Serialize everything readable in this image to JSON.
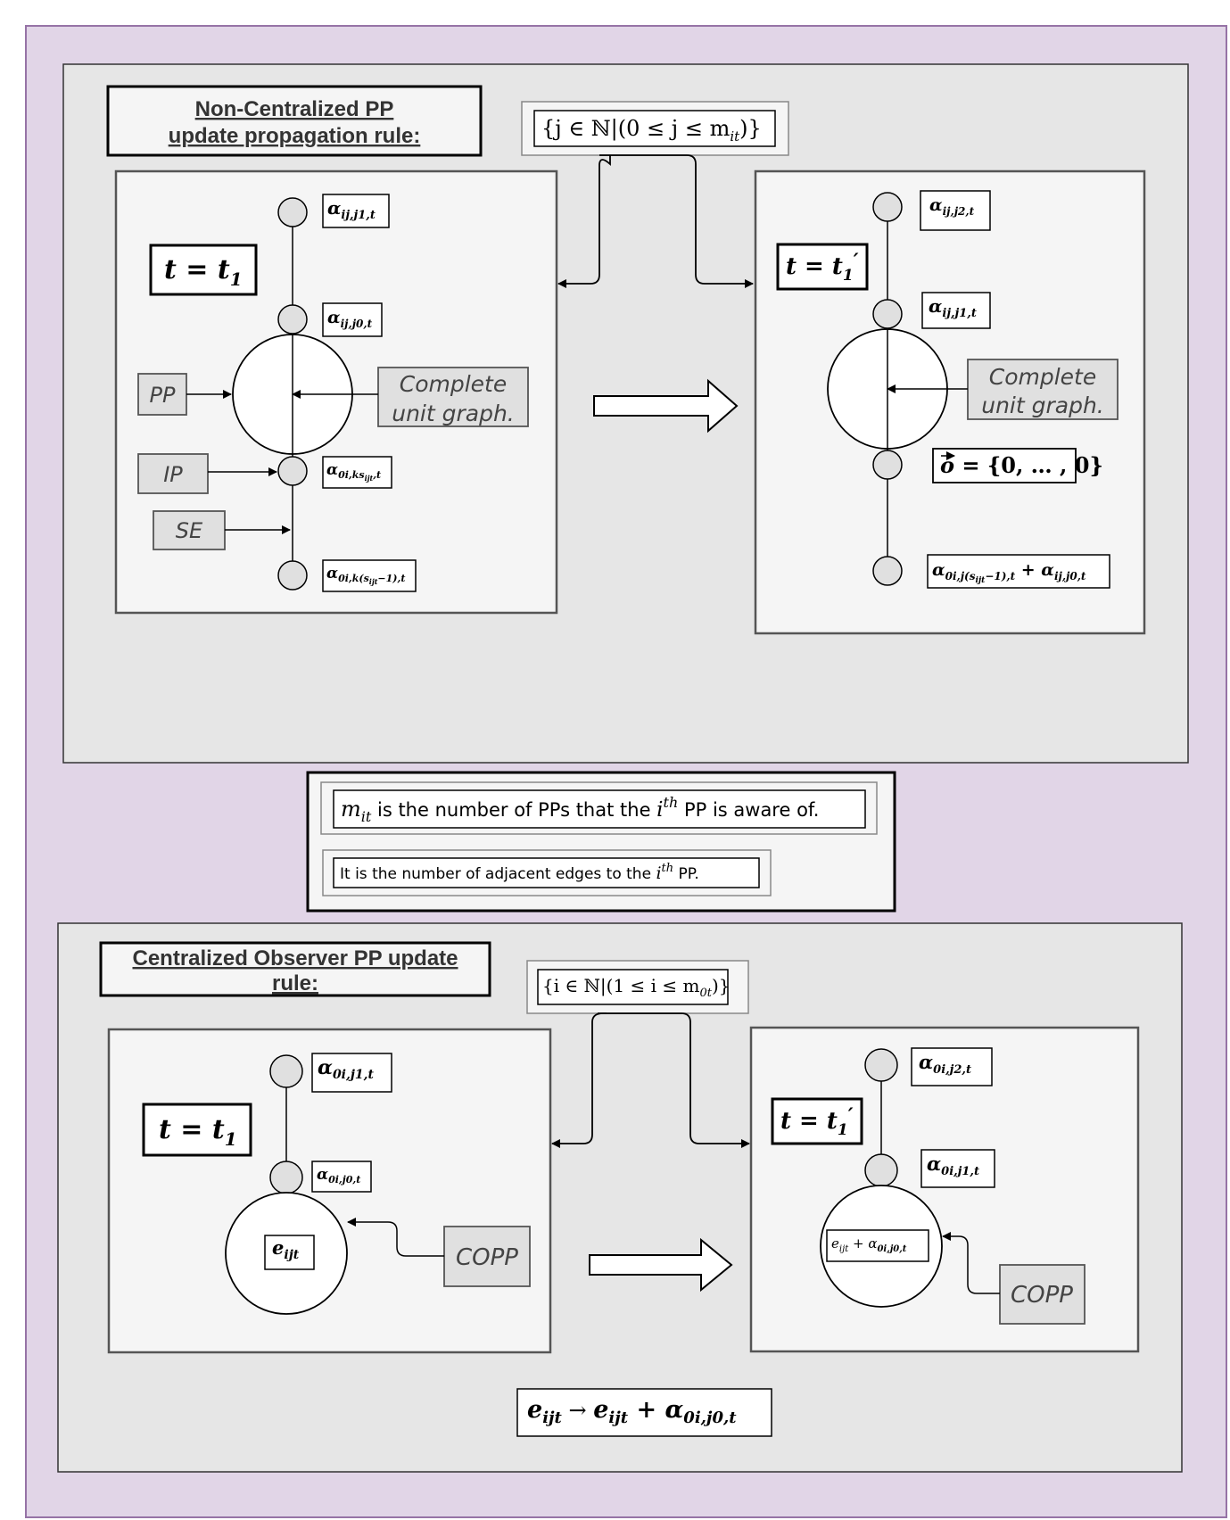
{
  "top": {
    "title_line1": "Non-Centralized PP",
    "title_line2": "update propagation rule:",
    "set_j": "{j ∈ ℕ|(0 ≤ j ≤ m",
    "set_j_sub": "it",
    "set_j_end": ")}",
    "left": {
      "time": "t = t",
      "time_sub": "1",
      "alpha_j1": "α",
      "alpha_j1_sub": "ij,j1,t",
      "alpha_j0": "α",
      "alpha_j0_sub": "ij,j0,t",
      "alpha_ks": "α",
      "alpha_ks_sub": "0i,ks",
      "alpha_ks_sub2": "ijt",
      "alpha_ks_sub3": ",t",
      "alpha_k": "α",
      "alpha_k_sub": "0i,k(s",
      "alpha_k_sub2": "ijt",
      "alpha_k_sub3": "−1),t",
      "pp": "PP",
      "ip": "IP",
      "se": "SE",
      "complete_line1": "Complete",
      "complete_line2": "unit graph."
    },
    "right": {
      "time": "t = t",
      "time_sub": "1",
      "time_prime": "′",
      "alpha_j2": "α",
      "alpha_j2_sub": "ij,j2,t",
      "alpha_j1": "α",
      "alpha_j1_sub": "ij,j1,t",
      "zero_vec": "o",
      "zero_vec_rest": " = {0, … , 0}",
      "alpha_sum": "α",
      "alpha_sum_sub": "0i,j(s",
      "alpha_sum_sub2": "ijt",
      "alpha_sum_sub3": "−1),t",
      "alpha_sum_plus": " + α",
      "alpha_sum_sub4": "ij,j0,t",
      "complete_line1": "Complete",
      "complete_line2": "unit graph."
    }
  },
  "notes": {
    "line1_m": "m",
    "line1_sub": "it",
    "line1_mid": " is the number of PPs that the ",
    "line1_i": "i",
    "line1_sup": "th",
    "line1_end": " PP is aware of.",
    "line2_start": "It is the number of adjacent edges to the ",
    "line2_i": "i",
    "line2_sup": "th",
    "line2_end": " PP."
  },
  "bottom": {
    "title_line1": "Centralized Observer PP update",
    "title_line2": "rule:",
    "set_i": "{i ∈ ℕ|(1 ≤ i ≤ m",
    "set_i_sub": "0t",
    "set_i_end": ")}",
    "left": {
      "time": "t = t",
      "time_sub": "1",
      "alpha_j1": "α",
      "alpha_j1_sub": "0i,j1,t",
      "alpha_j0": "α",
      "alpha_j0_sub": "0i,j0,t",
      "e": "e",
      "e_sub": "ijt",
      "copp": "COPP"
    },
    "right": {
      "time": "t = t",
      "time_sub": "1",
      "time_prime": "′",
      "alpha_j2": "α",
      "alpha_j2_sub": "0i,j2,t",
      "alpha_j1": "α",
      "alpha_j1_sub": "0i,j1,t",
      "e": "e",
      "e_sub": "ijt",
      "e_plus": " + α",
      "e_plus_sub": "0i,j0,t",
      "copp": "COPP"
    },
    "formula_e1": "e",
    "formula_e1_sub": "ijt",
    "formula_arrow": " → ",
    "formula_e2": "e",
    "formula_e2_sub": "ijt",
    "formula_plus": " + α",
    "formula_sub": "0i,j0,t"
  },
  "colors": {
    "outer_bg": "#e1d5e7",
    "outer_border": "#9673a6",
    "panel_bg": "#e6e6e6",
    "inner_bg": "#f5f5f5",
    "label_bg": "#e0e0e0"
  }
}
